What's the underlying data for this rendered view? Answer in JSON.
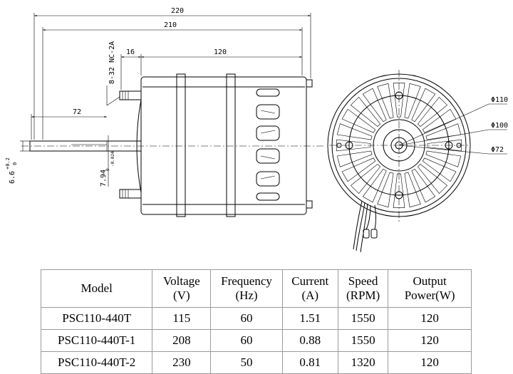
{
  "drawing": {
    "dims": {
      "overall_220": "220",
      "body_210": "210",
      "stud_16": "16",
      "body_120": "120",
      "shaft_72": "72",
      "thread": "8-32 NC-2A",
      "shaft_dia_main": "6.6",
      "shaft_dia_tol_upper": "+0.2",
      "shaft_dia_tol_lower": "0",
      "flat_main": "7.94",
      "flat_tol_upper": "0",
      "flat_tol_lower": "-0.024",
      "dia_110": "Φ110",
      "dia_100": "Φ100",
      "dia_72": "Φ72"
    }
  },
  "table": {
    "headers": [
      {
        "line1": "Model",
        "line2": ""
      },
      {
        "line1": "Voltage",
        "line2": "(V)"
      },
      {
        "line1": "Frequency",
        "line2": "(Hz)"
      },
      {
        "line1": "Current",
        "line2": "(A)"
      },
      {
        "line1": "Speed",
        "line2": "(RPM)"
      },
      {
        "line1": "Output",
        "line2": "Power(W)"
      }
    ],
    "rows": [
      [
        "PSC110-440T",
        "115",
        "60",
        "1.51",
        "1550",
        "120"
      ],
      [
        "PSC110-440T-1",
        "208",
        "60",
        "0.88",
        "1550",
        "120"
      ],
      [
        "PSC110-440T-2",
        "230",
        "50",
        "0.81",
        "1320",
        "120"
      ]
    ]
  }
}
